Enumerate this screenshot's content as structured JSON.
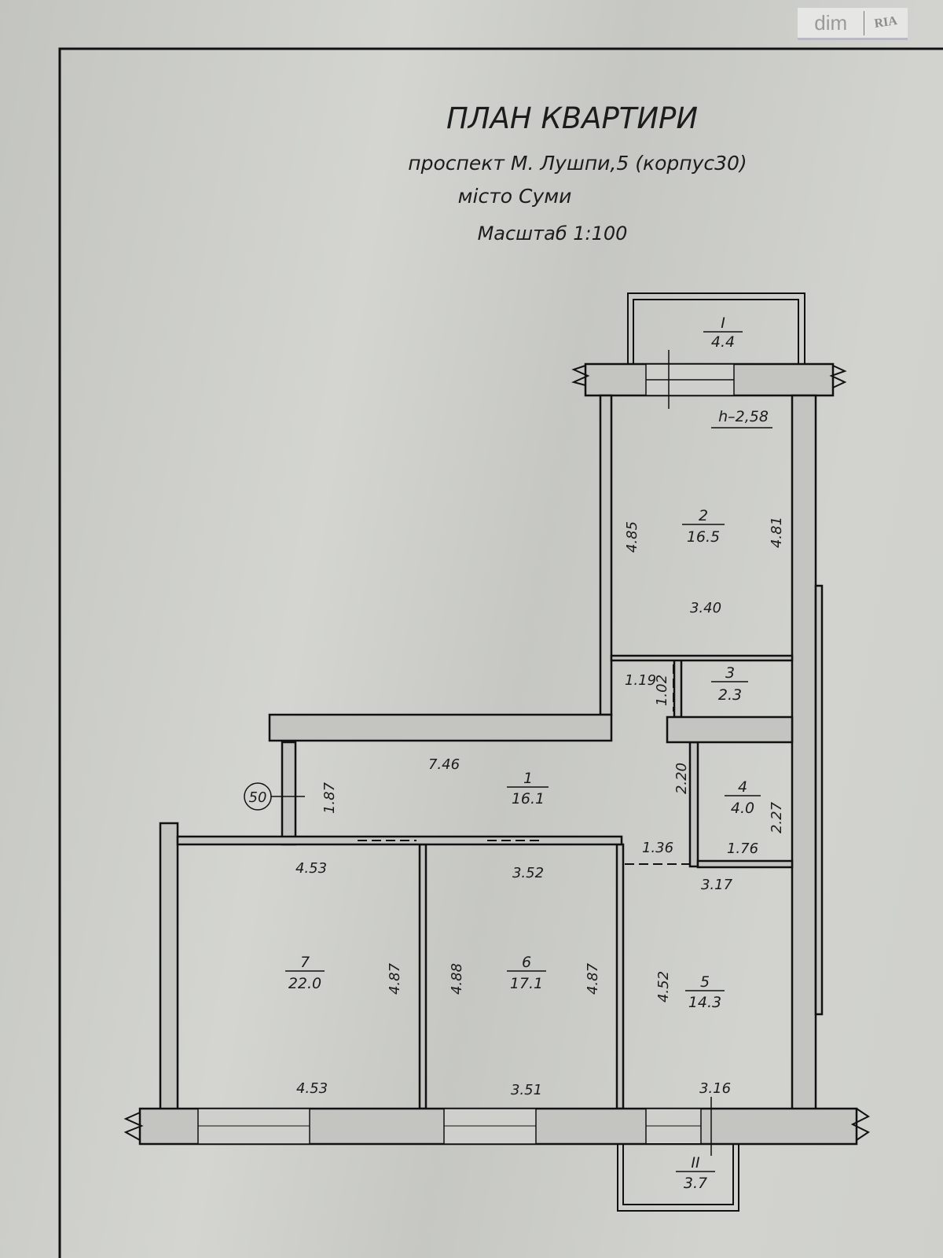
{
  "watermark": {
    "brand": "dim",
    "brand2": "RIA"
  },
  "title": "ПЛАН КВАРТИРИ",
  "address": "проспект  М. Лушпи,5 (корпус30)",
  "city": "місто Суми",
  "scale": "Масштаб  1:100",
  "ceiling_height": "h–2,58",
  "axis_marker": "50",
  "rooms": [
    {
      "num": "1",
      "area": "16.1",
      "dims": [
        "7.46",
        "1.87",
        "2.20",
        "1.36"
      ]
    },
    {
      "num": "2",
      "area": "16.5",
      "dims": [
        "4.85",
        "4.81",
        "3.40"
      ]
    },
    {
      "num": "3",
      "area": "2.3",
      "dims": [
        "1.19",
        "1.02"
      ]
    },
    {
      "num": "4",
      "area": "4.0",
      "dims": [
        "2.27",
        "1.76"
      ]
    },
    {
      "num": "5",
      "area": "14.3",
      "dims": [
        "3.17",
        "4.52",
        "3.16"
      ]
    },
    {
      "num": "6",
      "area": "17.1",
      "dims": [
        "3.52",
        "4.88",
        "4.87",
        "3.51"
      ]
    },
    {
      "num": "7",
      "area": "22.0",
      "dims": [
        "4.53",
        "4.87",
        "4.53"
      ]
    }
  ],
  "balconies": [
    {
      "num": "I",
      "area": "4.4"
    },
    {
      "num": "II",
      "area": "3.7"
    }
  ]
}
